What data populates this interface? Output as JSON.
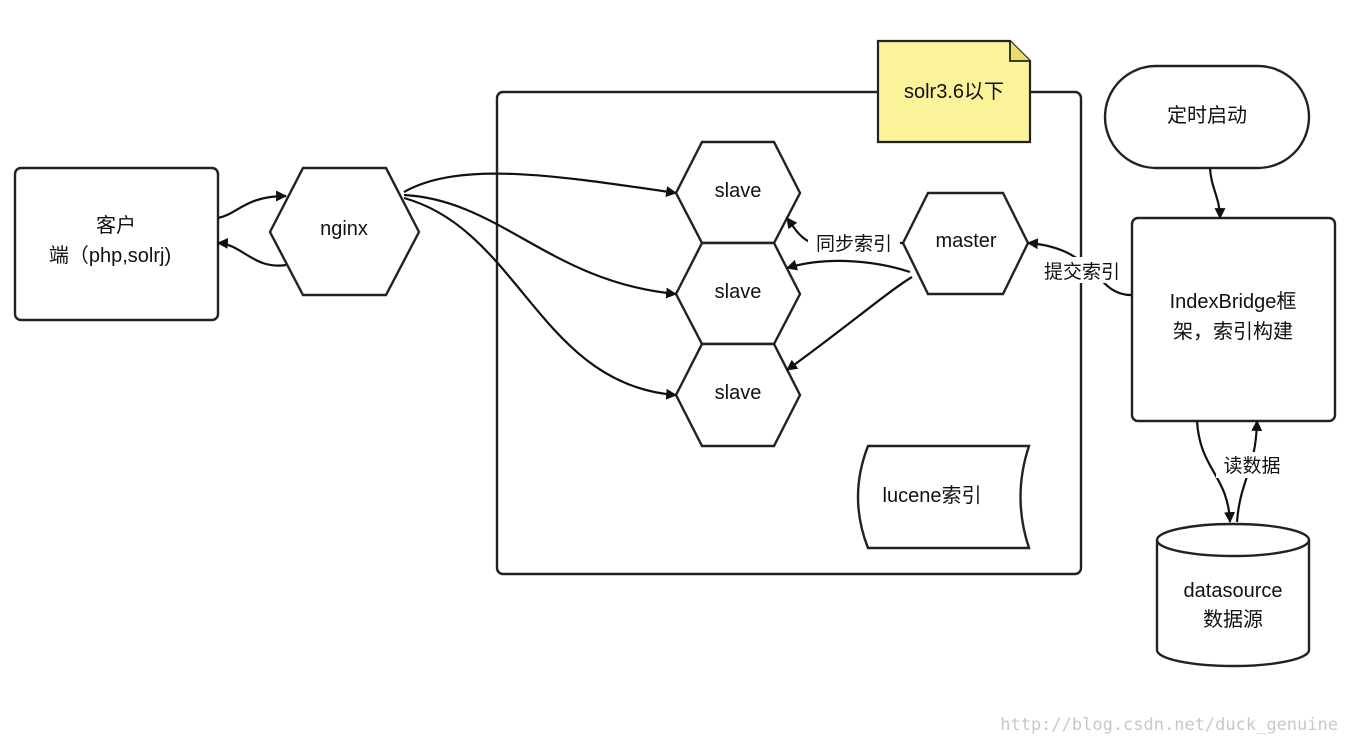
{
  "diagram": {
    "client_node": {
      "line1": "客户",
      "line2": "端（php,solrj)"
    },
    "nginx_node": {
      "label": "nginx"
    },
    "solr_group_note": {
      "label": "solr3.6以下"
    },
    "slave_nodes": [
      {
        "label": "slave"
      },
      {
        "label": "slave"
      },
      {
        "label": "slave"
      }
    ],
    "master_node": {
      "label": "master"
    },
    "lucene_index_node": {
      "label": "lucene索引"
    },
    "timer_node": {
      "label": "定时启动"
    },
    "indexbridge_node": {
      "line1": "IndexBridge框",
      "line2": "架，索引构建"
    },
    "datasource_node": {
      "line1": "datasource",
      "line2": "数据源"
    },
    "edge_labels": {
      "sync_index": "同步索引",
      "submit_index": "提交索引",
      "read_data": "读数据"
    },
    "watermark": "http://blog.csdn.net/duck_genuine"
  }
}
